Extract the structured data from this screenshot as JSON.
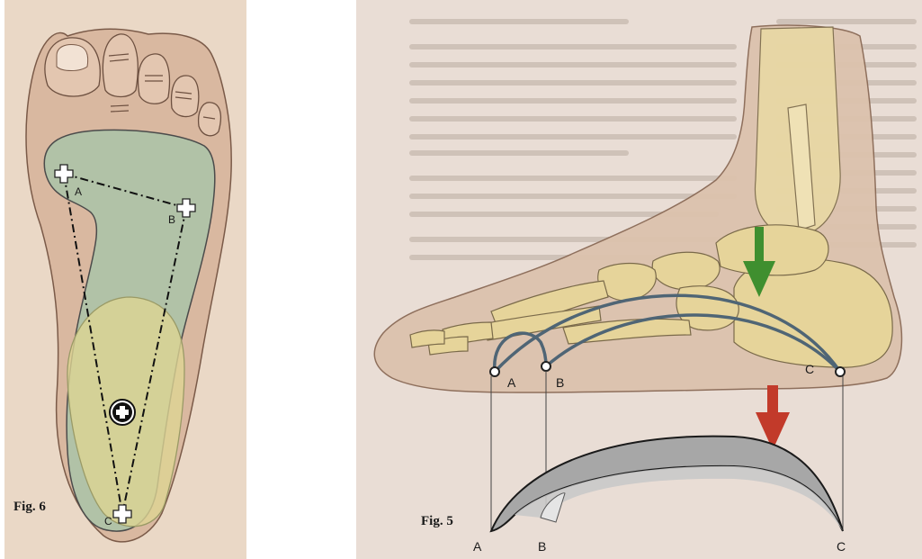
{
  "figures": {
    "left": {
      "caption": "Fig. 6",
      "points": {
        "a": "A",
        "b": "B",
        "c": "C"
      }
    },
    "right": {
      "caption": "Fig. 5",
      "points": {
        "a": "A",
        "b": "B",
        "c": "C"
      },
      "bottom_points": {
        "a": "A",
        "b": "B",
        "c": "C"
      }
    }
  },
  "colors": {
    "page_left": "#ead8c6",
    "page_right": "#e9ddd5",
    "skin": "#d9b8a0",
    "sole_green": "#a9c3a8",
    "heel_yellow": "#d8d49a",
    "bone": "#e6d49a",
    "arch_line": "#4f6575",
    "arrow_green": "#3f8f2f",
    "arrow_red": "#c23a2a",
    "arch_grey": "#a7a7a7"
  },
  "icons": {
    "load_point": "plus-circle-icon",
    "support_point": "cross-marker-icon",
    "downward_force": "arrow-down-icon"
  }
}
